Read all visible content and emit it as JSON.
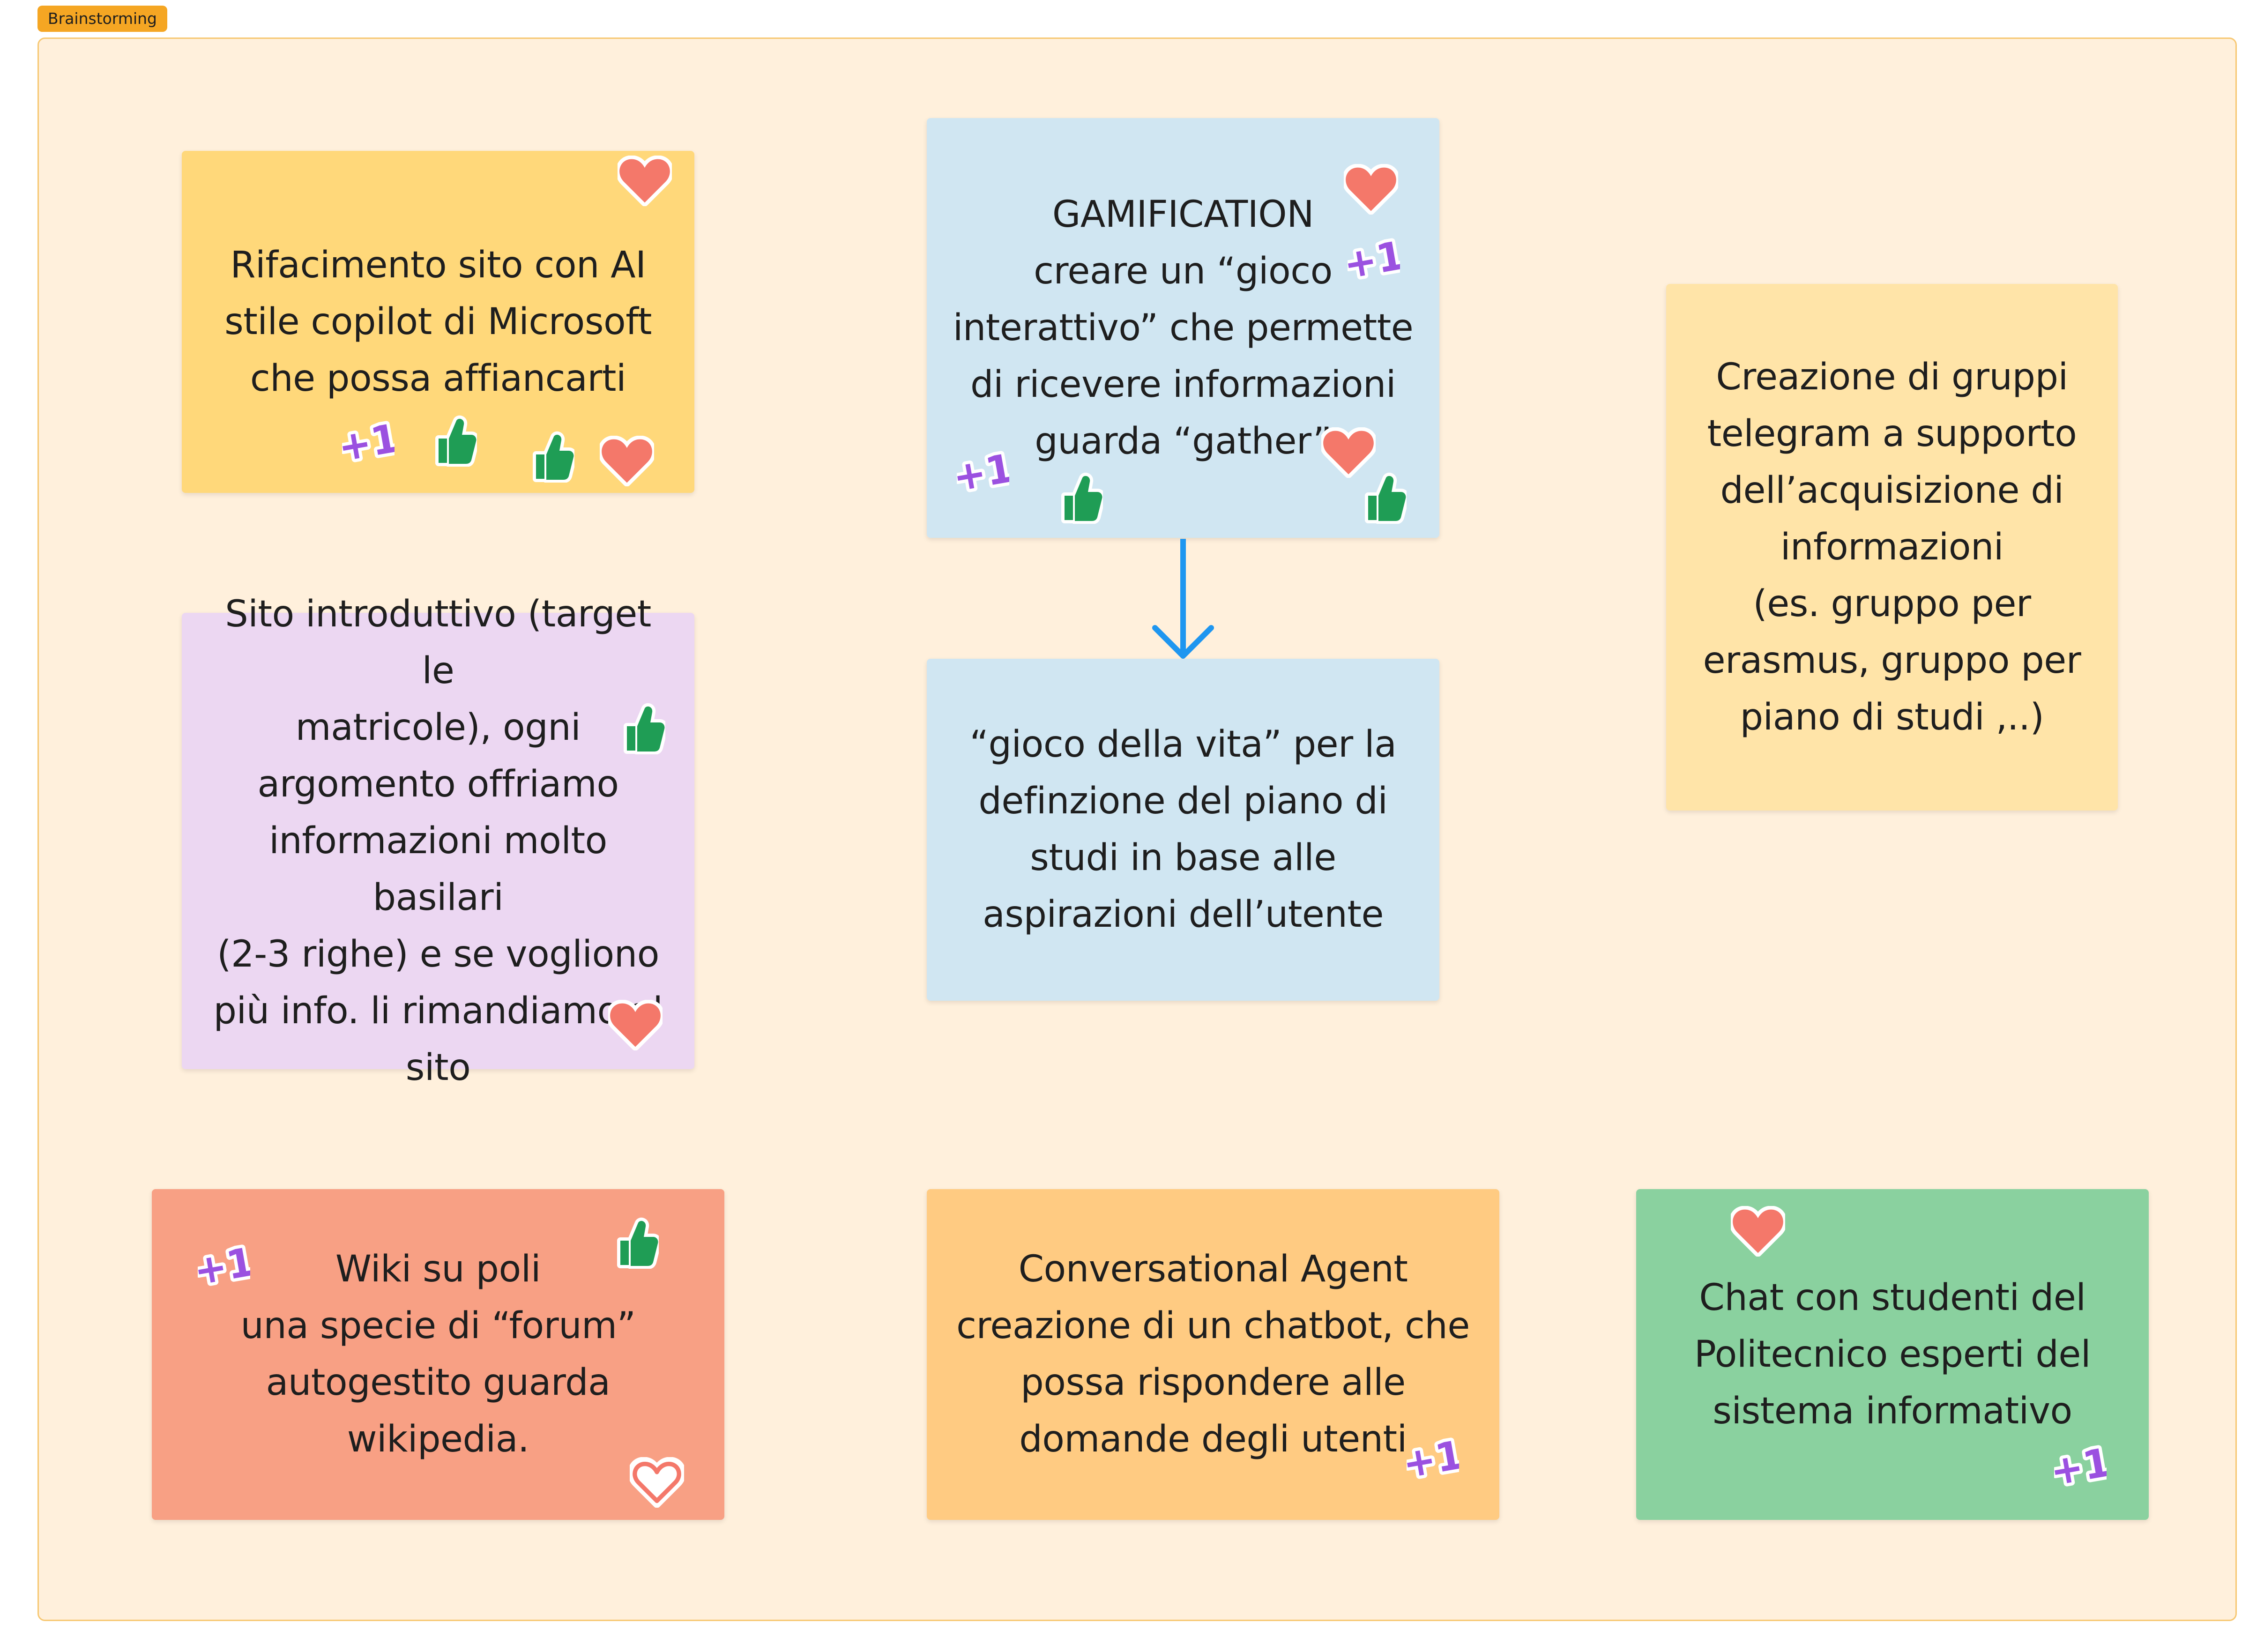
{
  "section": {
    "label": "Brainstorming",
    "tag_color": "#f5a623",
    "background_color": "#fff0dc"
  },
  "notes": [
    {
      "id": "ai-site",
      "color": "#ffd87a",
      "text": "Rifacimento sito con AI\nstile copilot di Microsoft\nche possa affiancarti",
      "reactions": {
        "heart": 2,
        "thumbs_up": 2,
        "plus_one": 1
      }
    },
    {
      "id": "gamification",
      "color": "#d0e6f2",
      "text": "GAMIFICATION\ncreare un “gioco\ninterattivo” che permette\ndi ricevere informazioni\nguarda “gather”",
      "reactions": {
        "heart": 2,
        "thumbs_up": 2,
        "plus_one": 2
      }
    },
    {
      "id": "telegram-groups",
      "color": "#ffe4a8",
      "text": "Creazione di gruppi\ntelegram a supporto\ndell’acquisizione di\ninformazioni\n(es. gruppo per\nerasmus, gruppo per\npiano di studi ,..)",
      "reactions": {}
    },
    {
      "id": "intro-site",
      "color": "#ecd7f2",
      "text": "Sito introduttivo (target le\nmatricole), ogni\nargomento offriamo\ninformazioni molto basilari\n(2-3 righe) e se vogliono\npiù info. li rimandiamo al\nsito",
      "reactions": {
        "heart": 1,
        "thumbs_up": 1
      }
    },
    {
      "id": "game-of-life",
      "color": "#d0e6f2",
      "text": "“gioco della vita” per la\ndefinzione del piano di\nstudi in base alle\naspirazioni dell’utente",
      "reactions": {}
    },
    {
      "id": "wiki",
      "color": "#f8a084",
      "text": "Wiki su poli\nuna specie di “forum”\nautogestito guarda wikipedia.",
      "reactions": {
        "heart": 1,
        "thumbs_up": 1,
        "plus_one": 1
      }
    },
    {
      "id": "conversational-agent",
      "color": "#ffcb82",
      "text": "Conversational Agent\ncreazione di un chatbot, che\npossa rispondere alle\ndomande degli utenti",
      "reactions": {
        "plus_one": 1
      }
    },
    {
      "id": "student-chat",
      "color": "#8ad19f",
      "text": "Chat con studenti del\nPolitecnico esperti del\nsistema informativo",
      "reactions": {
        "heart": 1,
        "plus_one": 1
      }
    }
  ],
  "connector": {
    "from": "gamification",
    "to": "game-of-life",
    "color": "#1e96f0"
  },
  "sticker_colors": {
    "heart": "#f4786a",
    "thumbs_up": "#1f9d55",
    "plus_one": "#9b51e0"
  }
}
